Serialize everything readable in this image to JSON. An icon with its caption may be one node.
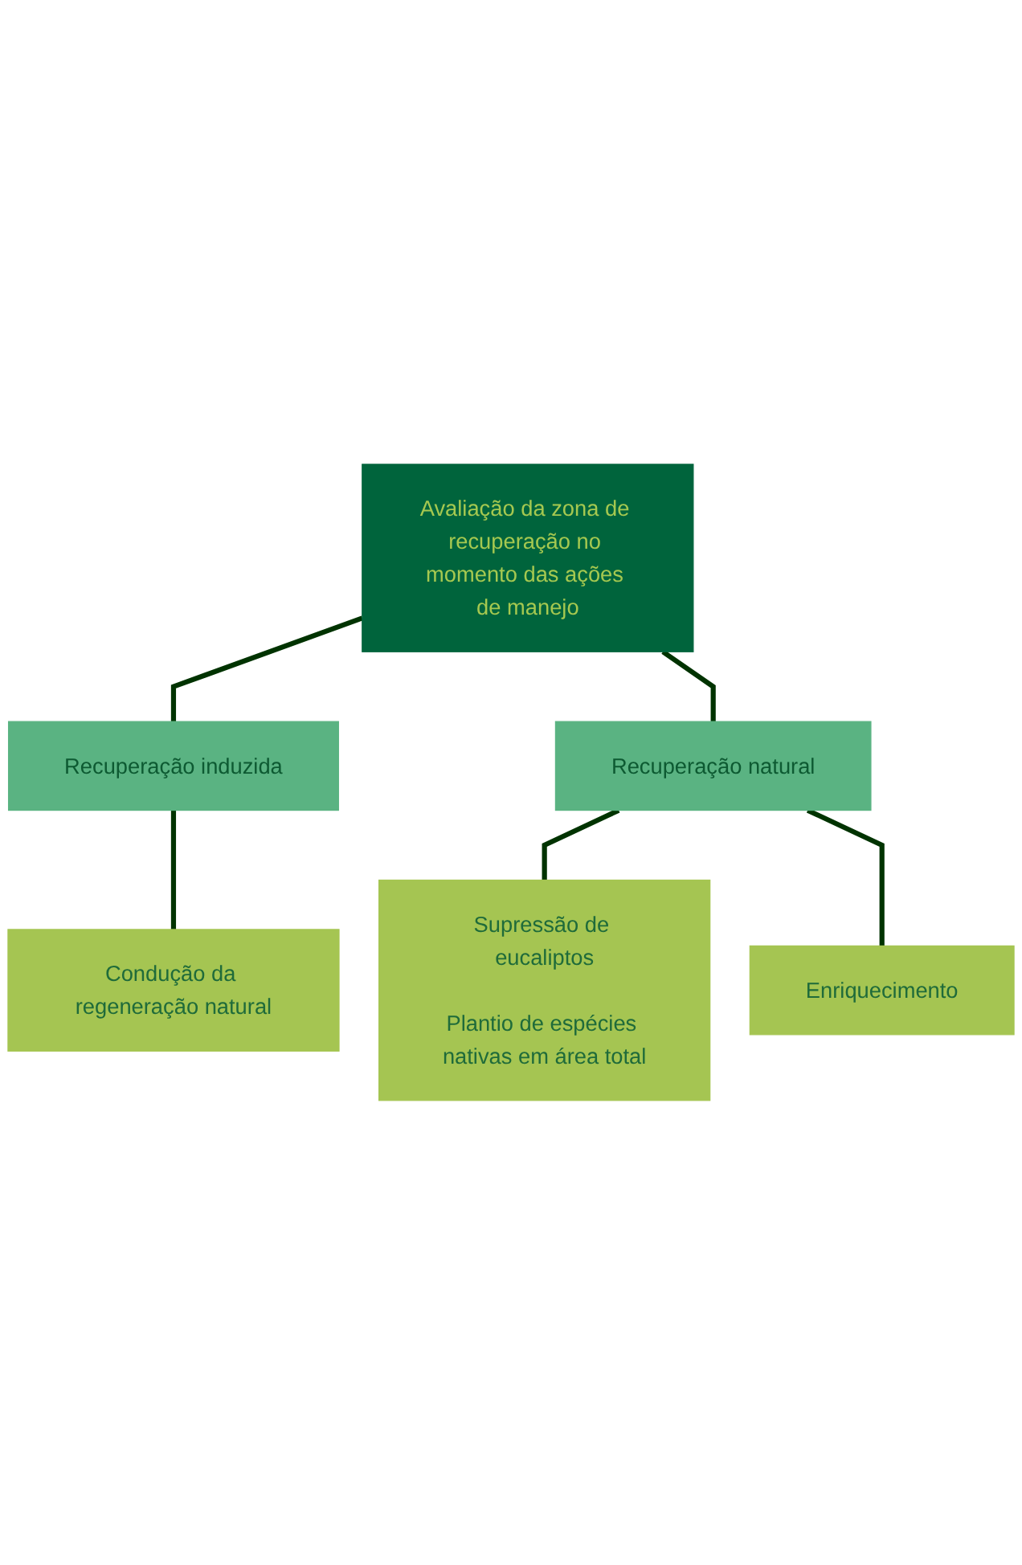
{
  "diagram": {
    "nodes": [
      {
        "text": [
          "Avaliação da zona de recuperação no momento das ações de manejo"
        ]
      },
      {
        "text": [
          "Recuperação induzida"
        ]
      },
      {
        "text": [
          "Recuperação natural"
        ]
      },
      {
        "text": [
          "Condução da regeneração natural"
        ]
      },
      {
        "text": [
          "Supressão de eucaliptos",
          "Plantio de espécies nativas em área total"
        ]
      },
      {
        "text": [
          "Enriquecimento"
        ]
      }
    ],
    "edges": [
      {
        "from": 0,
        "to": 1,
        "arrow": "none"
      },
      {
        "from": 0,
        "to": 2,
        "arrow": "none"
      },
      {
        "from": 1,
        "to": 3,
        "arrow": "none"
      },
      {
        "from": 2,
        "to": 4,
        "arrow": "none"
      },
      {
        "from": 2,
        "to": 5,
        "arrow": "none"
      }
    ]
  }
}
